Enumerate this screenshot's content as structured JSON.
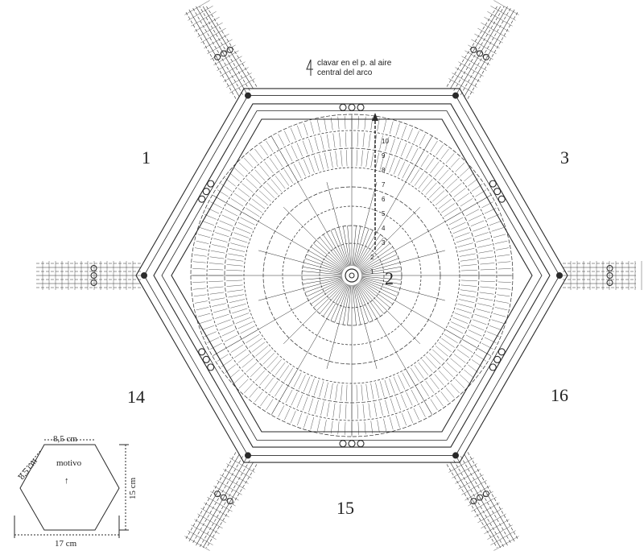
{
  "legend": {
    "line1": "clavar en el p. al aire",
    "line2": "central del arco",
    "symbol": "4"
  },
  "motif_numbers": {
    "top_left": "1",
    "center": "2",
    "top_right": "3",
    "bottom_left": "14",
    "bottom_center": "15",
    "bottom_right": "16"
  },
  "row_numbers": [
    "1",
    "2",
    "3",
    "4",
    "5",
    "6",
    "7",
    "8",
    "9",
    "10"
  ],
  "schematic": {
    "top_side": "8,5 cm",
    "left_side": "8,5 cm",
    "height": "15 cm",
    "width": "17 cm",
    "center_label": "motivo",
    "arrow": "↑"
  },
  "colors": {
    "ink": "#2a2a2a",
    "background": "#ffffff"
  }
}
